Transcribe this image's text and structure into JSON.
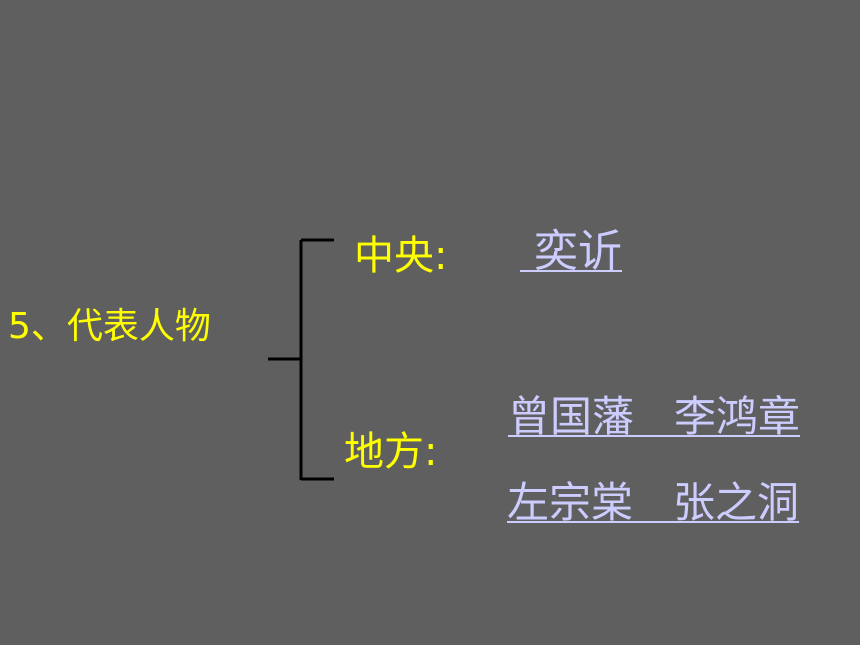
{
  "topic": "5、代表人物",
  "central": {
    "label": "中央:",
    "answer": " 奕䜣"
  },
  "local": {
    "label": "地方:",
    "answer_line_1": "曾国藩   李鸿章",
    "answer_line_2": "左宗棠   张之洞"
  },
  "colors": {
    "background": "#5f5f5f",
    "label": "#ffff00",
    "answer": "#ccccff",
    "bracket": "#000000"
  }
}
